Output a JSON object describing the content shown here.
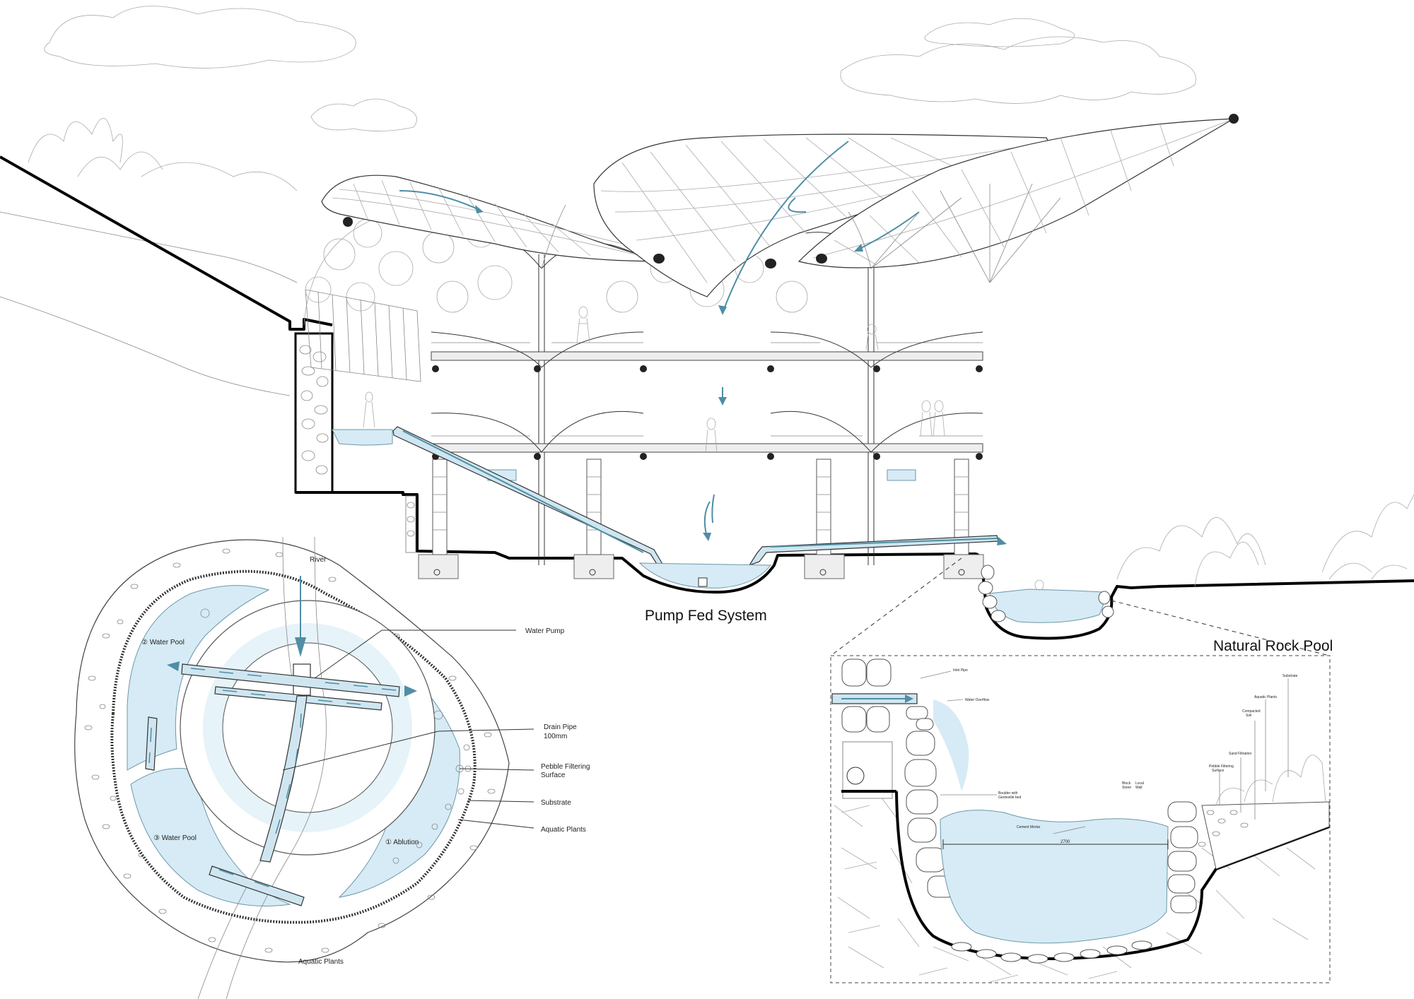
{
  "section": {
    "title": "Pump Fed System",
    "pool_label": "Natural Rock Pool"
  },
  "plan": {
    "labels": {
      "river": "River",
      "water_pool_1": "② Water Pool",
      "water_pool_2": "③ Water Pool",
      "ablution": "① Ablution",
      "aquatic_plants_bottom": "Aquatic Plants"
    },
    "callouts": [
      "Water Pump",
      "Drain Pipe",
      "100mm",
      "Pebble Filtering",
      "Surface",
      "Substrate",
      "Aquatic Plants"
    ]
  },
  "detail": {
    "dimension": "2700",
    "labels": {
      "inlet_pipe": "Inlet Pipe",
      "water_overflow": "Water Overflow",
      "boulder": "Boulder with",
      "boulder_2": "Geotextile bed",
      "cement_mortar": "Cement Mortar",
      "pebble_filtering": "Pebble Filtering",
      "pebble_filtering_2": "Surface",
      "sand_filtration": "Sand Filtration",
      "compacted_soil": "Compacted",
      "compacted_soil_2": "Soil",
      "aquatic_plants": "Aquatic Plants",
      "substrate": "Substrate",
      "block_stone": "Block",
      "stone": "Stone",
      "local": "Local",
      "wall": "Wall"
    }
  },
  "colors": {
    "water": "#d6ebf5",
    "flow_arrow": "#4f8ea5",
    "outline": "#000000"
  }
}
